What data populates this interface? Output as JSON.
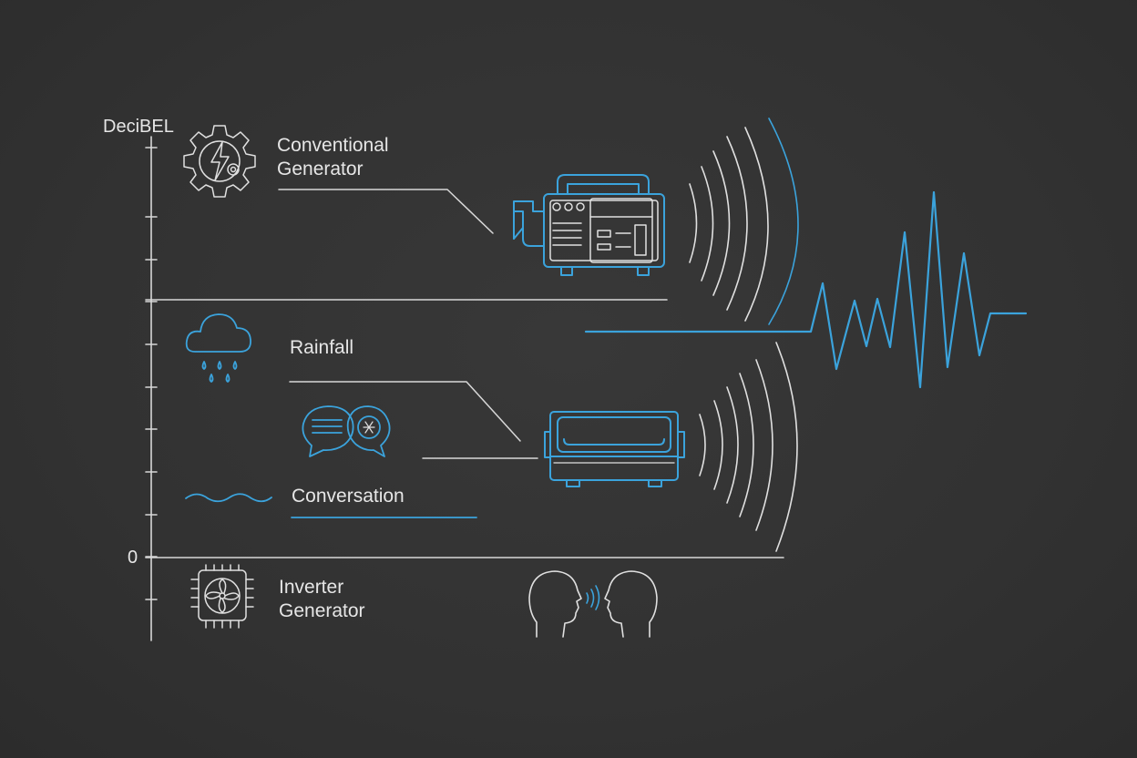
{
  "axis": {
    "title": "DeciBEL",
    "zero_label": "0"
  },
  "sources": {
    "conventional_generator": "Conventional\nGenerator",
    "rainfall": "Rainfall",
    "conversation": "Conversation",
    "inverter_generator": "Inverter\nGenerator"
  },
  "icons": {
    "conventional_generator": "gear-lightning-icon",
    "conventional_generator_device": "portable-generator-icon",
    "rainfall": "rain-cloud-icon",
    "conversation": "speech-bubbles-icon",
    "conversation_wave": "soft-wave-icon",
    "inverter_generator_device": "inverter-generator-icon",
    "inverter_generator": "fan-chip-icon",
    "people_talking": "two-heads-talking-icon"
  },
  "colors": {
    "background": "#333333",
    "line": "#e6e6e6",
    "accent": "#3ba3dc"
  }
}
